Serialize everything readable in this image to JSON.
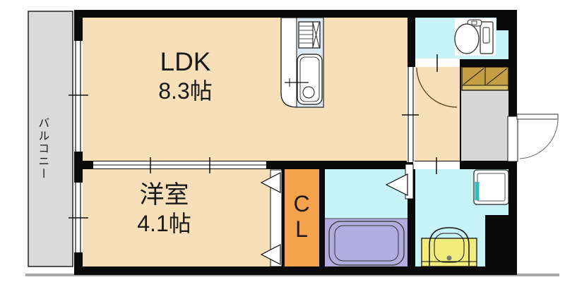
{
  "floorplan": {
    "rooms": {
      "ldk": {
        "label": "LDK",
        "size": "8.3帖"
      },
      "western_room": {
        "label": "洋室",
        "size": "4.1帖"
      },
      "closet": {
        "letter_top": "C",
        "letter_bottom": "L"
      },
      "balcony": {
        "label": "バルコニー"
      }
    },
    "fixtures": [
      "kitchen-stove",
      "kitchen-sink",
      "toilet",
      "bathtub",
      "washbasin",
      "washing-machine-pan",
      "shoe-cabinet",
      "entry-door",
      "hall-door",
      "bath-door",
      "closet-doors"
    ],
    "colors": {
      "wall": "#0a0a0a",
      "floor_peach": "#f7dfba",
      "balcony_gray": "#dadada",
      "entrance_gray": "#d6d6d6",
      "wet_cyan": "#c7f2f7",
      "closet_orange": "#f4a34c",
      "bathtub_lavender": "#b3acdf",
      "washbasin_yellow": "#f2ec7c",
      "shoe_cabinet_tan": "#c59e44",
      "shoe_cabinet_light": "#d8c067",
      "kitchen_blue": "#ddeaf3",
      "washer_teal": "#2fbcbf",
      "shadow_gray": "#a9a9a9"
    }
  }
}
